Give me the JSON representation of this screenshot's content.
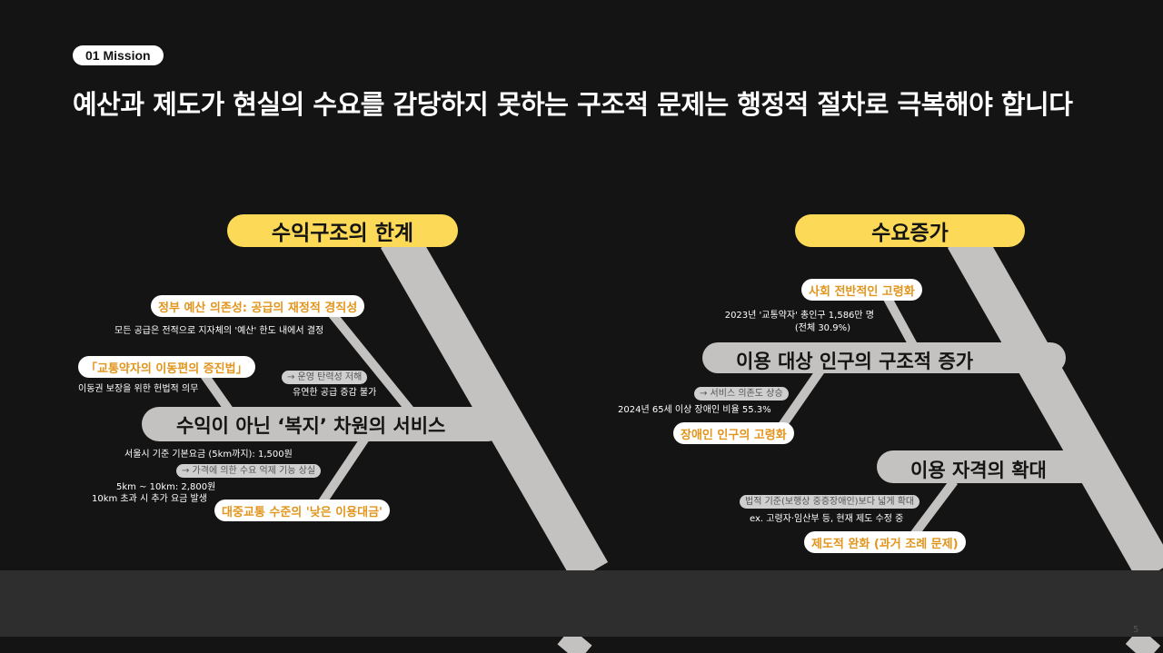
{
  "header": {
    "badge": "01 Mission",
    "title": "예산과 제도가 현실의 수요를 감당하지 못하는 구조적 문제는 행정적 절차로 극복해야 합니다"
  },
  "left": {
    "tag": "수익구조의 한계",
    "bone": "수익이 아닌 ‘복지’ 차원의 서비스",
    "chip_budget": "정부 예산 의존성: 공급의 재정적 경직성",
    "note_budget": "모든 공급은 전적으로 지자체의 '예산' 한도 내에서 결정",
    "chip_law": "「교통약자의 이동편의 증진법」",
    "note_law": "이동권 보장을 위한 헌법적 의무",
    "arrow_flex": "→ 운영 탄력성 저해",
    "note_flex": "유연한 공급 증감 불가",
    "note_fare1": "서울시 기준 기본요금 (5km까지): 1,500원",
    "arrow_fare": "→ 가격에 의한 수요 억제 기능 상실",
    "note_fare2a": "5km ~ 10km: 2,800원",
    "note_fare2b": "10km 초과 시 추가 요금 발생",
    "chip_fare": "대중교통 수준의 '낮은 이용대금'"
  },
  "right": {
    "tag": "수요증가",
    "chip_aging": "사회 전반적인 고령화",
    "note_aging_a": "2023년 '교통약자' 총인구 1,586만 명",
    "note_aging_b": "(전체 30.9%)",
    "bone1": "이용 대상 인구의 구조적 증가",
    "arrow_dep": "→ 서비스 의존도 상승",
    "note_disabled": "2024년 65세 이상 장애인 비율 55.3%",
    "chip_disabled": "장애인 인구의 고령화",
    "bone2": "이용 자격의 확대",
    "arrow_criteria": "법적 기준(보행상 중증장애인)보다 넓게 확대",
    "note_criteria": "ex. 고령자·임산부 등, 현재 제도 수정 중",
    "chip_relax": "제도적 완화 (과거 조례 문제)"
  },
  "footer": {
    "page": "5"
  },
  "colors": {
    "background": "#141414",
    "accent": "#fcd957",
    "bone": "#c4c2c0",
    "chip_text": "#e2951c",
    "band": "#2e2e2e"
  }
}
